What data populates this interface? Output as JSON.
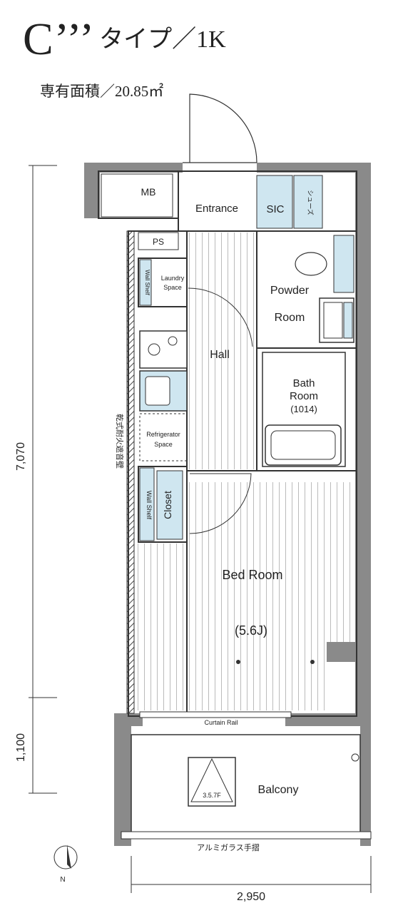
{
  "header": {
    "type_code": "C’’’",
    "type_rest": "タイプ／1K",
    "area": "専有面積／20.85㎡"
  },
  "rooms": {
    "mb": "MB",
    "entrance": "Entrance",
    "sic": "SIC",
    "shoes_in_closet": "シューズ",
    "ps": "PS",
    "laundry": "Laundry",
    "laundry_space": "Space",
    "wall_shelf": "Wall Shelf",
    "powder_1": "Powder",
    "powder_2": "Room",
    "hall": "Hall",
    "bath_1": "Bath",
    "bath_2": "Room",
    "bath_3": "(1014)",
    "refrigerator_1": "Refrigerator",
    "refrigerator_2": "Space",
    "dryer_note": "乾式耐火遮音壁",
    "closet": "Closet",
    "wall_shelf_2": "Wall Shelf",
    "bedroom": "Bed Room",
    "bedroom_size": "(5.6J)",
    "curtain_rail": "Curtain Rail",
    "aircon_unit": "3.5.7F",
    "balcony": "Balcony",
    "handrail": "アルミガラス手摺",
    "north": "N"
  },
  "dimensions": {
    "depth_main": "7,070",
    "depth_balcony": "1,100",
    "width": "2,950"
  },
  "colors": {
    "wall": "#888888",
    "fixture_blue": "#cfe6f0",
    "line": "#333333"
  }
}
